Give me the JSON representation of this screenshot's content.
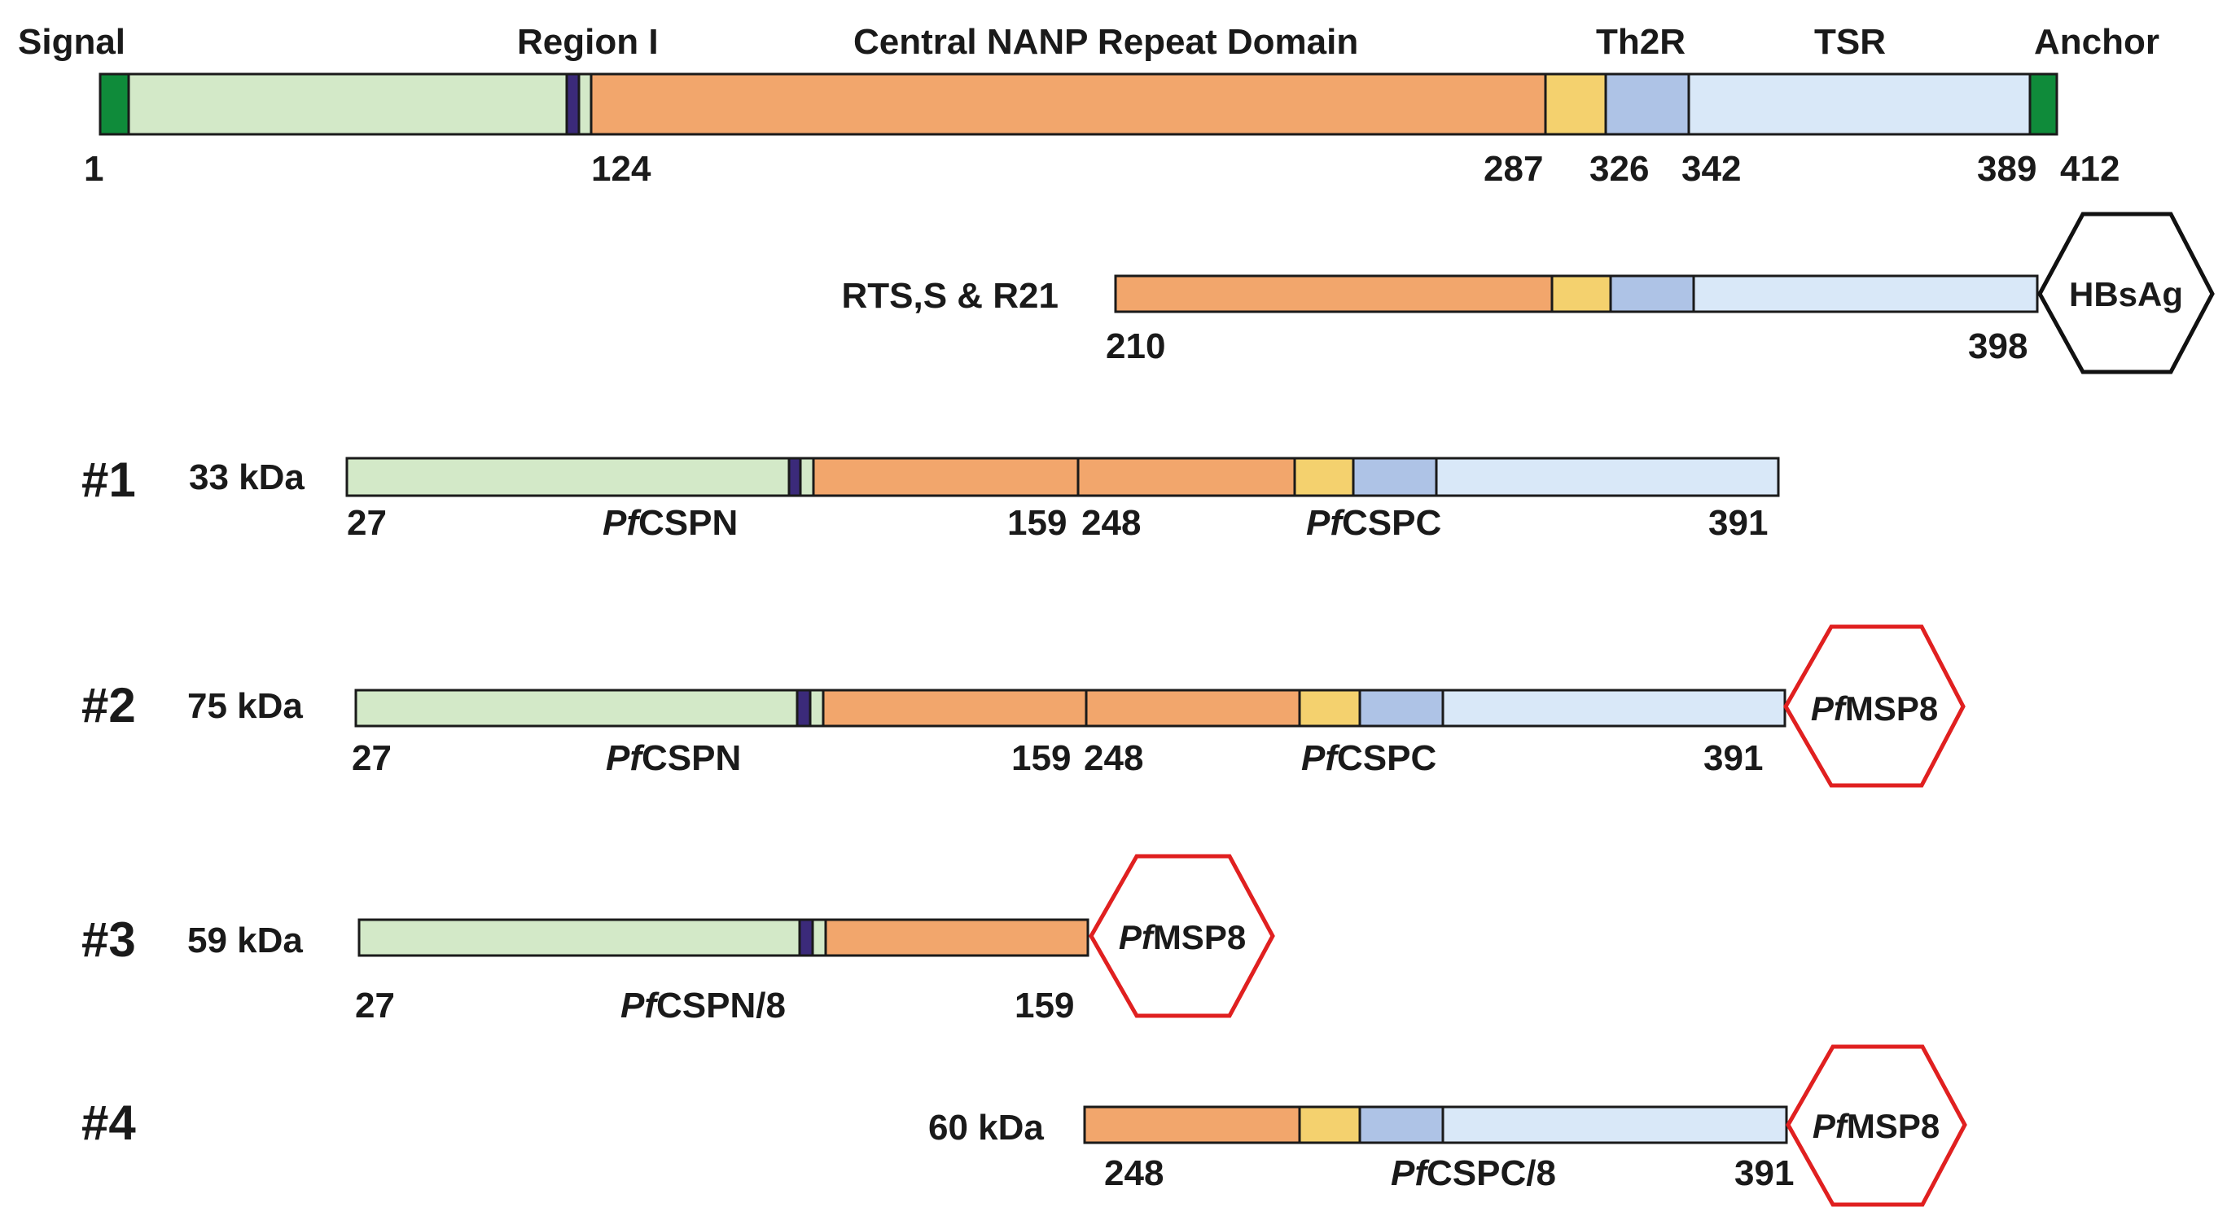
{
  "colors": {
    "signal": "#0f8b3a",
    "n_term": "#d3e9c8",
    "region_i": "#3b2a7a",
    "repeat": "#f2a66c",
    "th2r": "#f4d16e",
    "blue_band": "#aec3e6",
    "tsr": "#d9e8f8",
    "outline": "#1a1a1a",
    "hbsag_border": "#111111",
    "msp8_border": "#e02020"
  },
  "headers": {
    "signal": "Signal",
    "region_i": "Region I",
    "repeat": "Central NANP Repeat Domain",
    "th2r": "Th2R",
    "tsr": "TSR",
    "anchor": "Anchor"
  },
  "full_length": {
    "positions": [
      "1",
      "124",
      "287",
      "326",
      "342",
      "389",
      "412"
    ]
  },
  "rts": {
    "label": "RTS,S & R21",
    "start": "210",
    "end": "398",
    "fusion": "HBsAg"
  },
  "constructs": [
    {
      "number": "#1",
      "mass": "33 kDa",
      "positions": [
        "27",
        "159",
        "248",
        "391"
      ],
      "n_label": {
        "italic": "Pf",
        "rest": "CSPN"
      },
      "c_label": {
        "italic": "Pf",
        "rest": "CSPC"
      },
      "fusion": null
    },
    {
      "number": "#2",
      "mass": "75 kDa",
      "positions": [
        "27",
        "159",
        "248",
        "391"
      ],
      "n_label": {
        "italic": "Pf",
        "rest": "CSPN"
      },
      "c_label": {
        "italic": "Pf",
        "rest": "CSPC"
      },
      "fusion": {
        "italic": "Pf",
        "rest": "MSP8"
      }
    },
    {
      "number": "#3",
      "mass": "59 kDa",
      "positions": [
        "27",
        "159"
      ],
      "n_label": {
        "italic": "Pf",
        "rest": "CSPN/8"
      },
      "fusion": {
        "italic": "Pf",
        "rest": "MSP8"
      }
    },
    {
      "number": "#4",
      "mass": "60 kDa",
      "positions": [
        "248",
        "391"
      ],
      "c_label": {
        "italic": "Pf",
        "rest": "CSPC/8"
      },
      "fusion": {
        "italic": "Pf",
        "rest": "MSP8"
      }
    }
  ]
}
